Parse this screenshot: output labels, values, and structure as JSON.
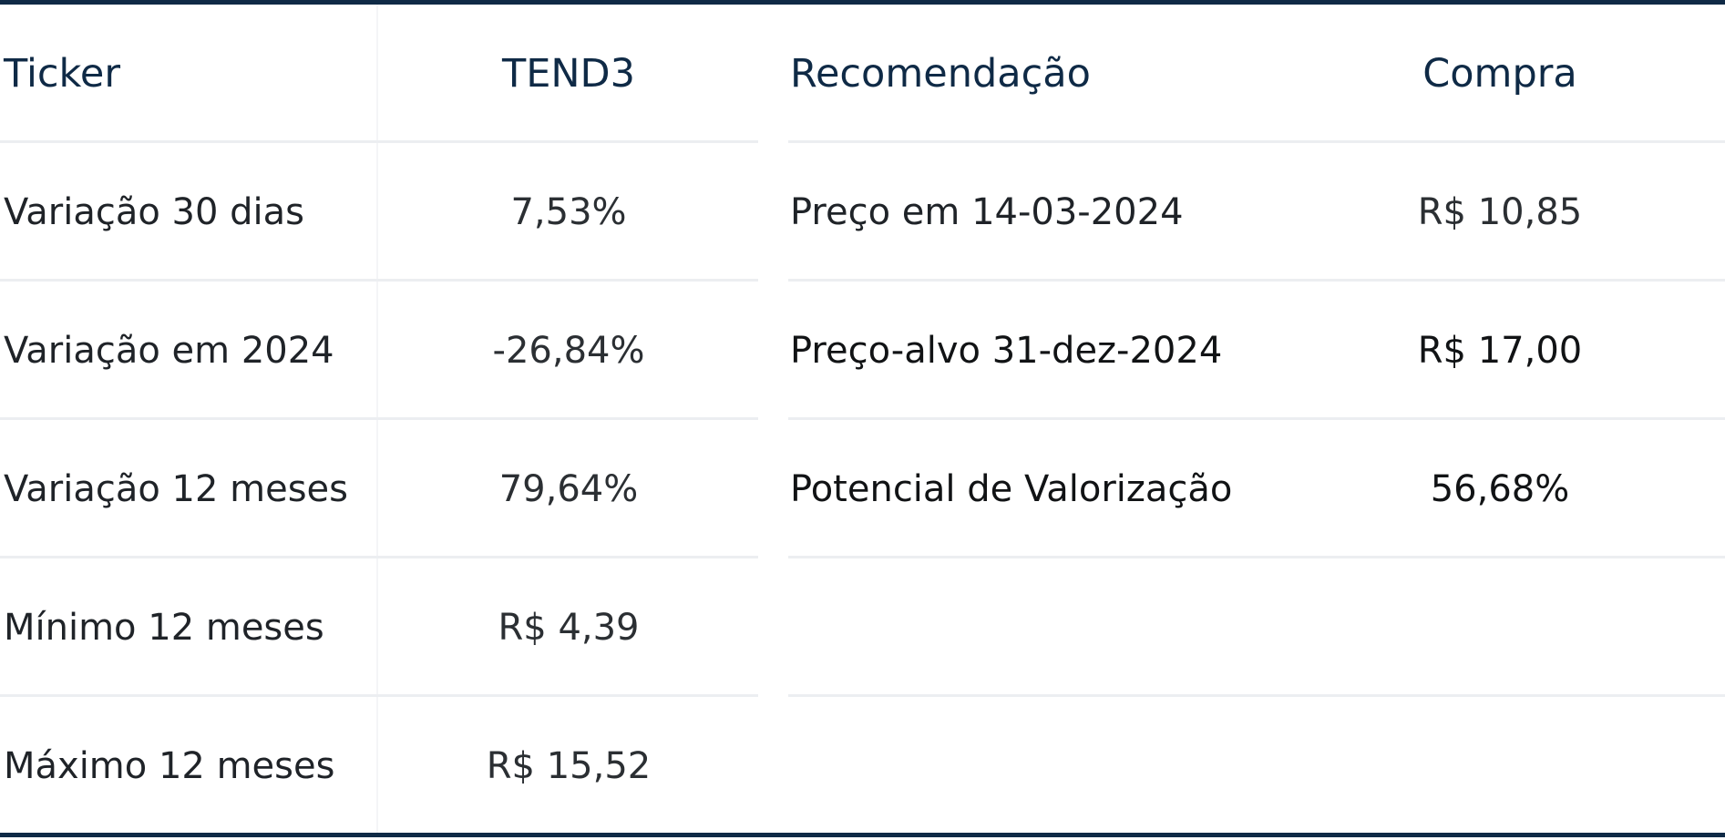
{
  "left_table": {
    "header": {
      "label": "Ticker",
      "value": "TEND3"
    },
    "rows": [
      {
        "label": "Variação 30 dias",
        "value": "7,53%"
      },
      {
        "label": "Variação em 2024",
        "value": "-26,84%"
      },
      {
        "label": "Variação 12 meses",
        "value": "79,64%"
      },
      {
        "label": "Mínimo 12 meses",
        "value": "R$ 4,39"
      },
      {
        "label": "Máximo 12 meses",
        "value": "R$ 15,52"
      }
    ]
  },
  "right_table": {
    "header": {
      "label": "Recomendação",
      "value": "Compra"
    },
    "rows": [
      {
        "label": "Preço em 14-03-2024",
        "value": "R$ 10,85"
      },
      {
        "label": "Preço-alvo 31-dez-2024",
        "value": "R$ 17,00"
      },
      {
        "label": "Potencial de Valorização",
        "value": "56,68%"
      },
      {
        "label": "",
        "value": ""
      },
      {
        "label": "",
        "value": ""
      }
    ]
  }
}
